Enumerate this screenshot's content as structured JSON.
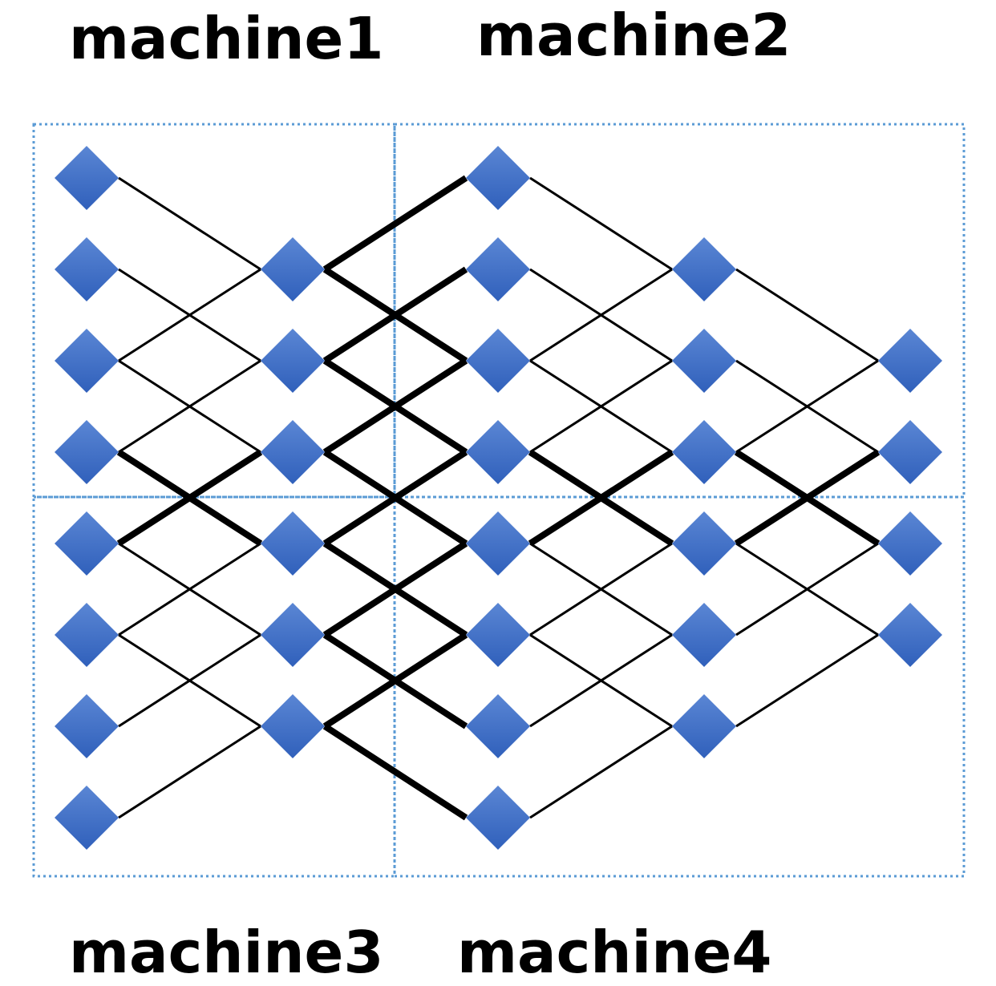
{
  "labels": {
    "machine1": "machine1",
    "machine2": "machine2",
    "machine3": "machine3",
    "machine4": "machine4"
  },
  "colors": {
    "node_fill_top": "#5a86d4",
    "node_fill_bottom": "#3060bb",
    "edge": "#000000",
    "partition_border": "#5b9bd5",
    "text": "#000000"
  },
  "graph": {
    "layers": [
      {
        "id": "L0",
        "rows": [
          0,
          1,
          2,
          3,
          4,
          5,
          6,
          7
        ]
      },
      {
        "id": "L1",
        "rows": [
          1,
          2,
          3,
          4,
          5,
          6
        ]
      },
      {
        "id": "L2",
        "rows": [
          0,
          1,
          2,
          3,
          4,
          5,
          6,
          7
        ]
      },
      {
        "id": "L3",
        "rows": [
          1,
          2,
          3,
          4,
          5,
          6
        ]
      },
      {
        "id": "L4",
        "rows": [
          2,
          3,
          4,
          5
        ]
      }
    ],
    "edges": [
      {
        "from": [
          0,
          0
        ],
        "to": [
          1,
          1
        ],
        "bold": false
      },
      {
        "from": [
          0,
          1
        ],
        "to": [
          1,
          2
        ],
        "bold": false
      },
      {
        "from": [
          0,
          2
        ],
        "to": [
          1,
          1
        ],
        "bold": false
      },
      {
        "from": [
          0,
          2
        ],
        "to": [
          1,
          3
        ],
        "bold": false
      },
      {
        "from": [
          0,
          3
        ],
        "to": [
          1,
          2
        ],
        "bold": false
      },
      {
        "from": [
          0,
          3
        ],
        "to": [
          1,
          4
        ],
        "bold": true
      },
      {
        "from": [
          0,
          4
        ],
        "to": [
          1,
          3
        ],
        "bold": true
      },
      {
        "from": [
          0,
          4
        ],
        "to": [
          1,
          5
        ],
        "bold": false
      },
      {
        "from": [
          0,
          5
        ],
        "to": [
          1,
          4
        ],
        "bold": false
      },
      {
        "from": [
          0,
          5
        ],
        "to": [
          1,
          6
        ],
        "bold": false
      },
      {
        "from": [
          0,
          6
        ],
        "to": [
          1,
          5
        ],
        "bold": false
      },
      {
        "from": [
          0,
          7
        ],
        "to": [
          1,
          6
        ],
        "bold": false
      },
      {
        "from": [
          1,
          1
        ],
        "to": [
          2,
          0
        ],
        "bold": true
      },
      {
        "from": [
          1,
          1
        ],
        "to": [
          2,
          2
        ],
        "bold": true
      },
      {
        "from": [
          1,
          2
        ],
        "to": [
          2,
          1
        ],
        "bold": true
      },
      {
        "from": [
          1,
          2
        ],
        "to": [
          2,
          3
        ],
        "bold": true
      },
      {
        "from": [
          1,
          3
        ],
        "to": [
          2,
          2
        ],
        "bold": true
      },
      {
        "from": [
          1,
          3
        ],
        "to": [
          2,
          4
        ],
        "bold": true
      },
      {
        "from": [
          1,
          4
        ],
        "to": [
          2,
          3
        ],
        "bold": true
      },
      {
        "from": [
          1,
          4
        ],
        "to": [
          2,
          5
        ],
        "bold": true
      },
      {
        "from": [
          1,
          5
        ],
        "to": [
          2,
          4
        ],
        "bold": true
      },
      {
        "from": [
          1,
          5
        ],
        "to": [
          2,
          6
        ],
        "bold": true
      },
      {
        "from": [
          1,
          6
        ],
        "to": [
          2,
          5
        ],
        "bold": true
      },
      {
        "from": [
          1,
          6
        ],
        "to": [
          2,
          7
        ],
        "bold": true
      },
      {
        "from": [
          2,
          0
        ],
        "to": [
          3,
          1
        ],
        "bold": false
      },
      {
        "from": [
          2,
          1
        ],
        "to": [
          3,
          2
        ],
        "bold": false
      },
      {
        "from": [
          2,
          2
        ],
        "to": [
          3,
          1
        ],
        "bold": false
      },
      {
        "from": [
          2,
          2
        ],
        "to": [
          3,
          3
        ],
        "bold": false
      },
      {
        "from": [
          2,
          3
        ],
        "to": [
          3,
          2
        ],
        "bold": false
      },
      {
        "from": [
          2,
          3
        ],
        "to": [
          3,
          4
        ],
        "bold": true
      },
      {
        "from": [
          2,
          4
        ],
        "to": [
          3,
          3
        ],
        "bold": true
      },
      {
        "from": [
          2,
          4
        ],
        "to": [
          3,
          5
        ],
        "bold": false
      },
      {
        "from": [
          2,
          5
        ],
        "to": [
          3,
          4
        ],
        "bold": false
      },
      {
        "from": [
          2,
          5
        ],
        "to": [
          3,
          6
        ],
        "bold": false
      },
      {
        "from": [
          2,
          6
        ],
        "to": [
          3,
          5
        ],
        "bold": false
      },
      {
        "from": [
          2,
          7
        ],
        "to": [
          3,
          6
        ],
        "bold": false
      },
      {
        "from": [
          3,
          1
        ],
        "to": [
          4,
          2
        ],
        "bold": false
      },
      {
        "from": [
          3,
          2
        ],
        "to": [
          4,
          3
        ],
        "bold": false
      },
      {
        "from": [
          3,
          3
        ],
        "to": [
          4,
          2
        ],
        "bold": false
      },
      {
        "from": [
          3,
          3
        ],
        "to": [
          4,
          4
        ],
        "bold": true
      },
      {
        "from": [
          3,
          4
        ],
        "to": [
          4,
          3
        ],
        "bold": true
      },
      {
        "from": [
          3,
          4
        ],
        "to": [
          4,
          5
        ],
        "bold": false
      },
      {
        "from": [
          3,
          5
        ],
        "to": [
          4,
          4
        ],
        "bold": false
      },
      {
        "from": [
          3,
          6
        ],
        "to": [
          4,
          5
        ],
        "bold": false
      }
    ]
  }
}
